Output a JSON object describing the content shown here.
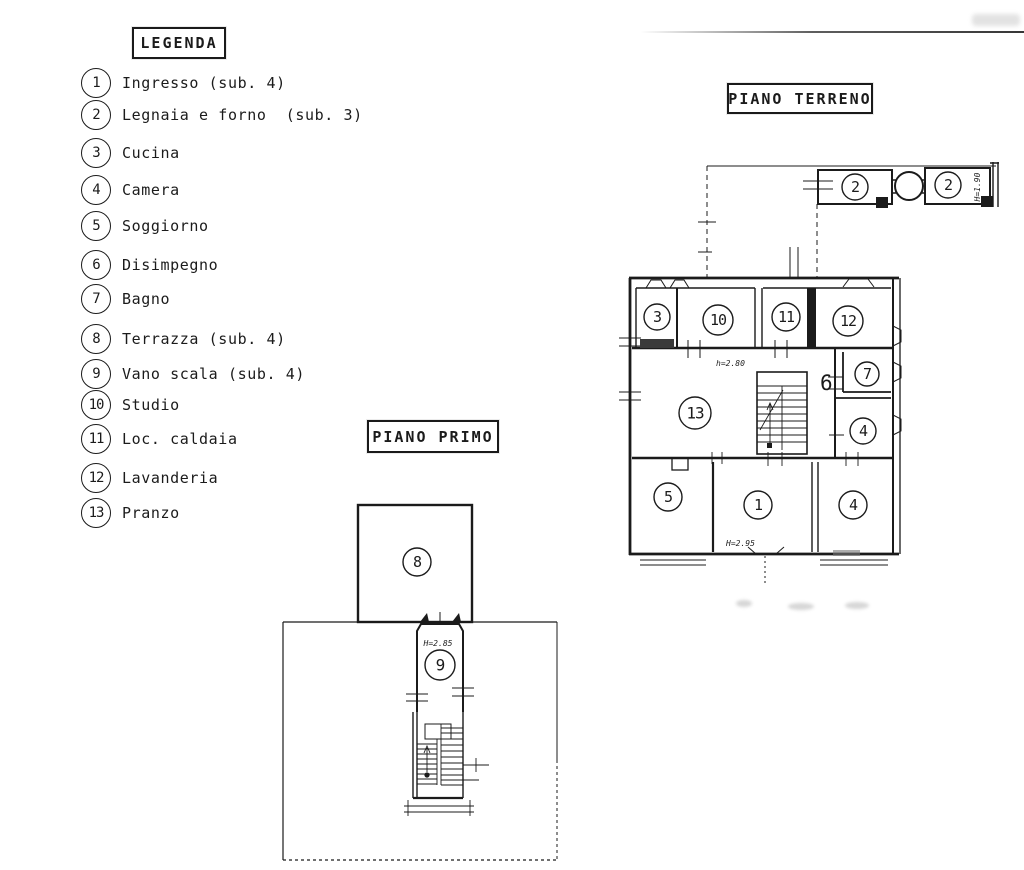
{
  "legend": {
    "title": "LEGENDA",
    "items": [
      {
        "num": "1",
        "label": "Ingresso (sub. 4)"
      },
      {
        "num": "2",
        "label": "Legnaia e forno  (sub. 3)"
      },
      {
        "num": "3",
        "label": "Cucina"
      },
      {
        "num": "4",
        "label": "Camera"
      },
      {
        "num": "5",
        "label": "Soggiorno"
      },
      {
        "num": "6",
        "label": "Disimpegno"
      },
      {
        "num": "7",
        "label": "Bagno"
      },
      {
        "num": "8",
        "label": "Terrazza (sub. 4)"
      },
      {
        "num": "9",
        "label": "Vano scala (sub. 4)"
      },
      {
        "num": "10",
        "label": "Studio"
      },
      {
        "num": "11",
        "label": "Loc. caldaia"
      },
      {
        "num": "12",
        "label": "Lavanderia"
      },
      {
        "num": "13",
        "label": "Pranzo"
      }
    ]
  },
  "plans": {
    "ground": {
      "title": "PIANO TERRENO",
      "rooms": {
        "legnaia_left": "2",
        "legnaia_right": "2",
        "cucina": "3",
        "studio": "10",
        "caldaia": "11",
        "lavanderia": "12",
        "bagno": "7",
        "camera_upper": "4",
        "pranzo": "13",
        "disimpegno": "6",
        "soggiorno": "5",
        "ingresso": "1",
        "camera_lower": "4"
      },
      "annotations": {
        "legnaia_height": "H=1.90",
        "hall_height": "h=2.80",
        "ingresso_height": "H=2.95"
      }
    },
    "first": {
      "title": "PIANO PRIMO",
      "rooms": {
        "terrazza": "8",
        "vano_scala": "9"
      },
      "annotations": {
        "scala_height": "H=2.85"
      }
    }
  },
  "colors": {
    "ink": "#1b1b1b",
    "paper": "#ffffff"
  }
}
